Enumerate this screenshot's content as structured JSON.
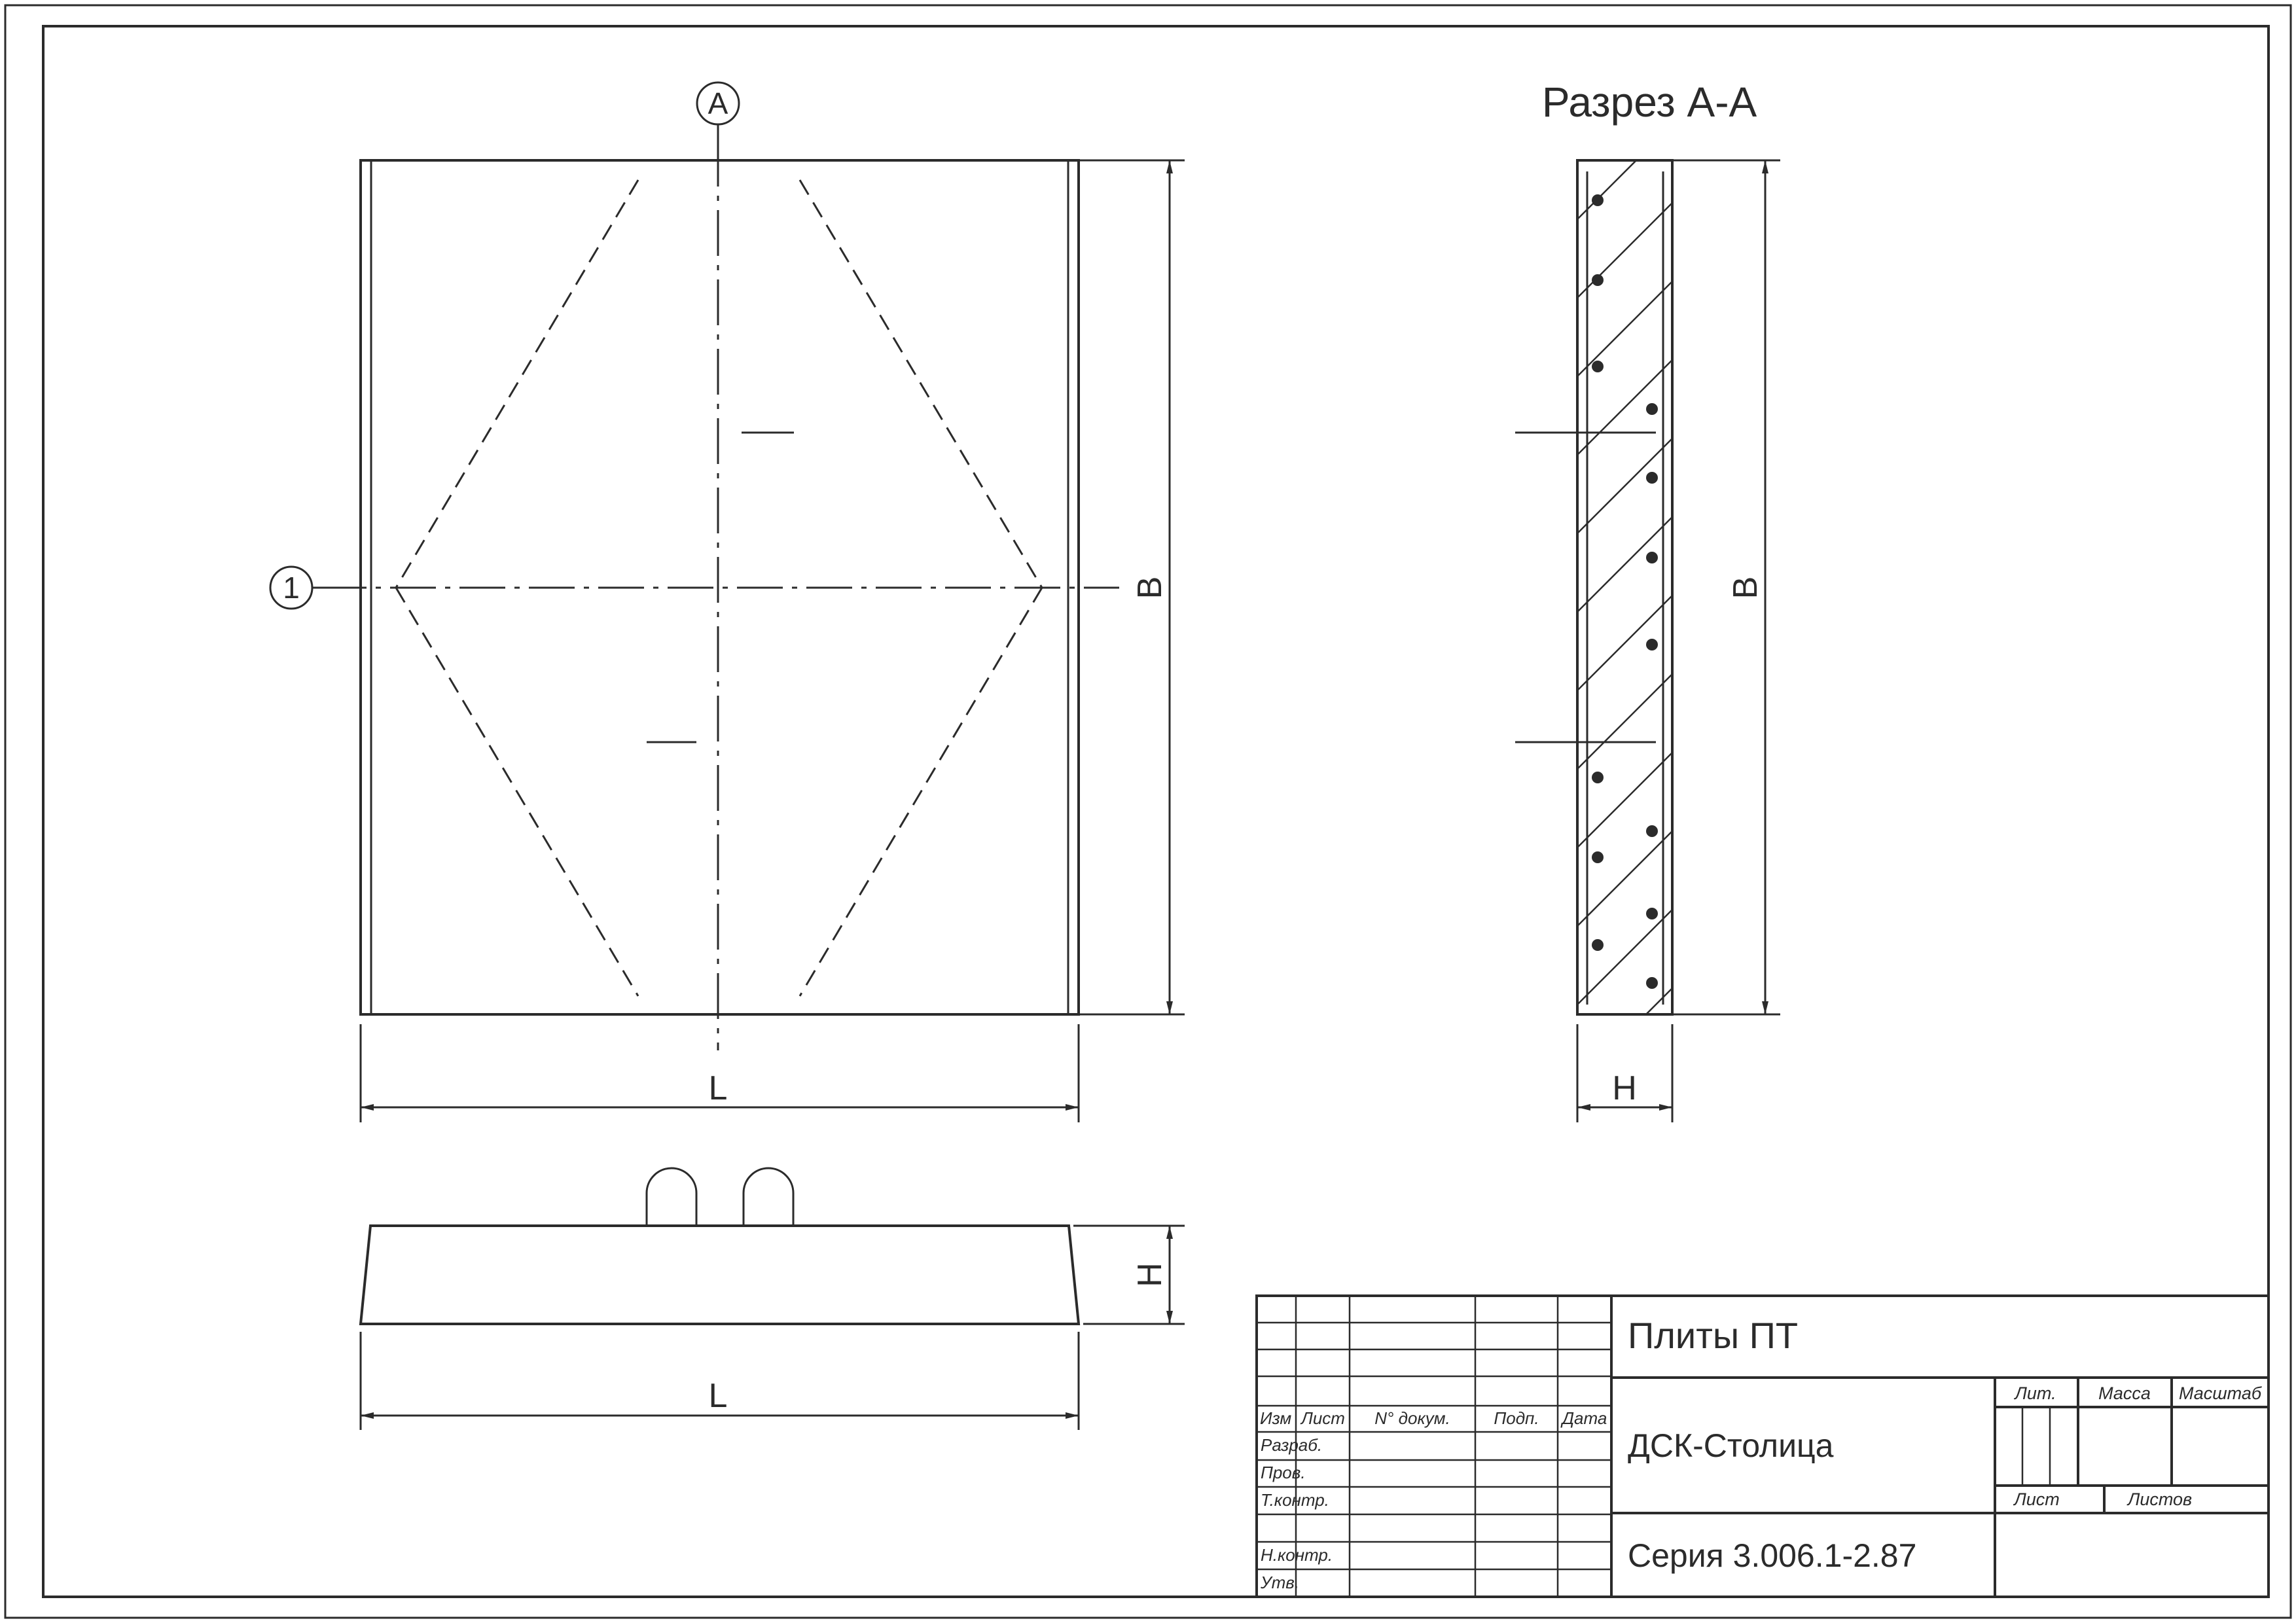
{
  "section_title": "Разрез А-А",
  "axis_markers": {
    "a": "А",
    "one": "1"
  },
  "dimensions": {
    "plan_width": "L",
    "plan_height": "В",
    "section_height": "В",
    "section_thickness": "Н",
    "side_height": "Н",
    "side_width": "L"
  },
  "title_block": {
    "headers": {
      "izm": "Изм",
      "list": "Лист",
      "doc": "N° докум.",
      "sign": "Подп.",
      "date": "Дата"
    },
    "roles": [
      "Разраб.",
      "Пров.",
      "Т.контр.",
      "",
      "Н.контр.",
      "Утв."
    ],
    "name": "Плиты ПТ",
    "organization": "ДСК-Столица",
    "series": "Серия 3.006.1-2.87",
    "lit": "Лит.",
    "mass": "Масса",
    "scale": "Масштаб",
    "sheet": "Лист",
    "sheets": "Листов"
  }
}
